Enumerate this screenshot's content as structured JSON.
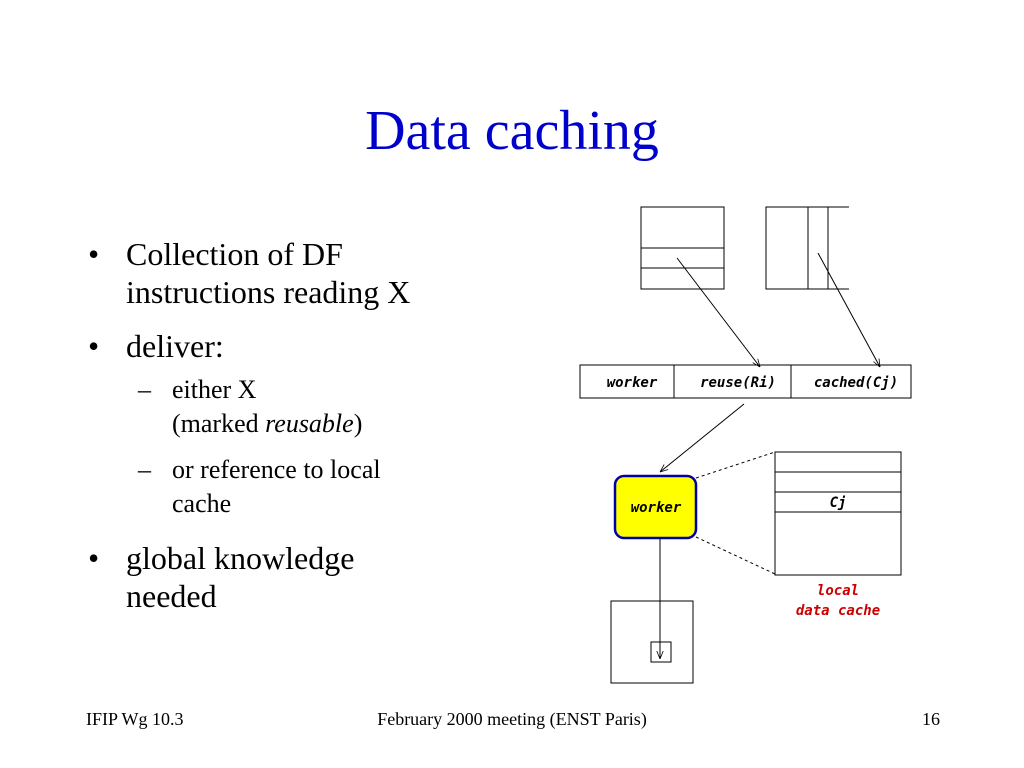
{
  "slide": {
    "title": "Data caching"
  },
  "bullets": {
    "b1_line1": "Collection of DF",
    "b1_line2": "instructions reading X",
    "b2": "deliver:",
    "sub1_line1": "either X",
    "sub1_prefix": "(marked ",
    "sub1_italic": "reusable",
    "sub1_suffix": ")",
    "sub2_line1": "or reference to local",
    "sub2_line2": "cache",
    "b3_line1": "global knowledge",
    "b3_line2": "needed",
    "bullet_glyph": "•",
    "dash_glyph": "–"
  },
  "diagram": {
    "token_worker": "worker",
    "token_reuse": "reuse(Ri)",
    "token_cached": "cached(Cj)",
    "worker_box": "worker",
    "cache_entry": "Cj",
    "cache_label_1": "local",
    "cache_label_2": "data cache",
    "worker_fill": "#ffff00",
    "worker_stroke": "#0000aa",
    "cache_label_color": "#cc0000"
  },
  "footer": {
    "left": "IFIP Wg 10.3",
    "center": "February 2000 meeting (ENST Paris)",
    "page": "16"
  }
}
